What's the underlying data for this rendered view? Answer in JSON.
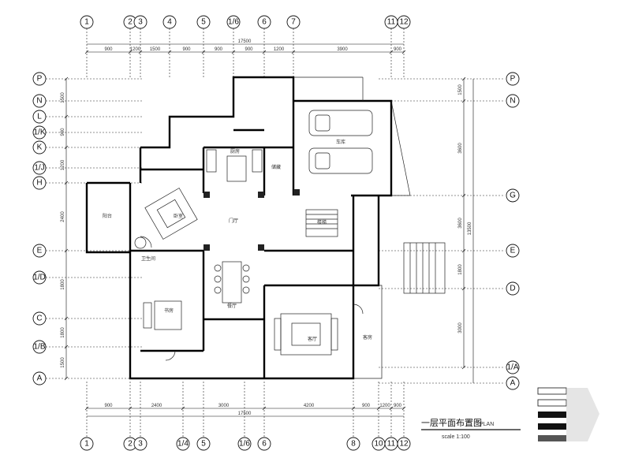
{
  "drawing": {
    "title": "一层平面布置图",
    "title_suffix": "PLAN",
    "scale": "scale 1:100"
  },
  "grid": {
    "top_columns": [
      "1",
      "2",
      "3",
      "4",
      "5",
      "1/6",
      "6",
      "7",
      "11",
      "12"
    ],
    "bottom_columns": [
      "1",
      "2",
      "3",
      "1/4",
      "5",
      "1/6",
      "6",
      "8",
      "10",
      "11",
      "12"
    ],
    "left_rows": [
      "P",
      "N",
      "L",
      "1/K",
      "K",
      "1/J",
      "H",
      "E",
      "1/D",
      "C",
      "1/B",
      "A"
    ],
    "right_rows": [
      "P",
      "N",
      "G",
      "E",
      "D",
      "1/A",
      "A"
    ]
  },
  "dimensions": {
    "top_total": "17500",
    "top_segments": [
      "900",
      "1200",
      "1500",
      "900",
      "900",
      "900",
      "1200",
      "3900",
      "900"
    ],
    "bottom_total": "17500",
    "bottom_segments": [
      "900",
      "2400",
      "3000",
      "4200",
      "900",
      "1200",
      "900"
    ],
    "left_segments": [
      "1500",
      "900",
      "1200",
      "2400",
      "1800",
      "1800",
      "1500"
    ],
    "right_total": "13500",
    "right_segments": [
      "1500",
      "3600",
      "3600",
      "1800",
      "3000"
    ]
  },
  "rooms": [
    {
      "label": "车库"
    },
    {
      "label": "客厅"
    },
    {
      "label": "餐厅"
    },
    {
      "label": "厨房"
    },
    {
      "label": "卧室"
    },
    {
      "label": "书房"
    },
    {
      "label": "卫生间"
    },
    {
      "label": "门厅"
    },
    {
      "label": "阳台"
    },
    {
      "label": "储藏"
    },
    {
      "label": "楼梯"
    },
    {
      "label": "客房"
    }
  ]
}
